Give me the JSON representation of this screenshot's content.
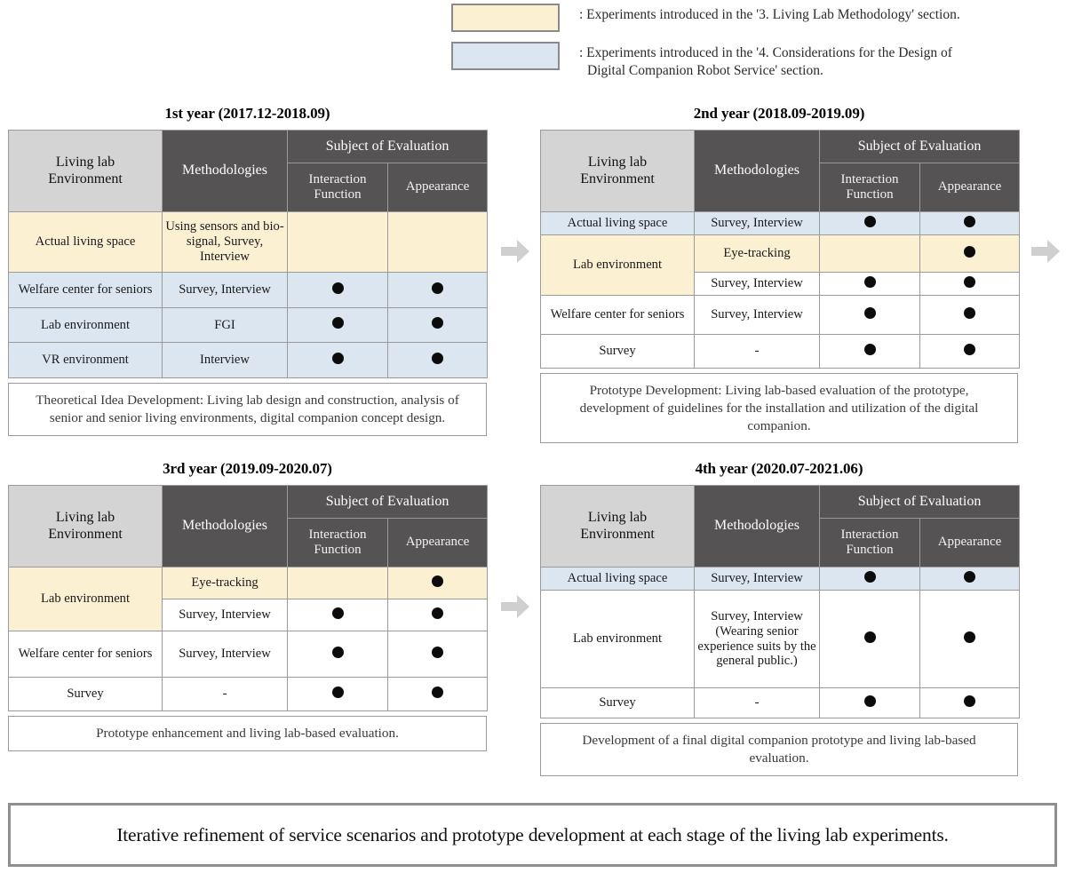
{
  "legend": {
    "items": [
      {
        "swatch": "yellow",
        "text": ": Experiments introduced in the '3. Living Lab Methodology' section.",
        "text2": ""
      },
      {
        "swatch": "blue",
        "text": ": Experiments introduced in the '4. Considerations for the Design of",
        "text2": "Digital Companion Robot Service' section."
      }
    ]
  },
  "columns": {
    "environment": "Living lab Environment",
    "methodologies": "Methodologies",
    "subject_of_evaluation": "Subject of Evaluation",
    "interaction_function": "Interaction Function",
    "appearance": "Appearance"
  },
  "panels": [
    {
      "id": "year1",
      "title": "1st year (2017.12-2018.09)",
      "rows": [
        {
          "env": "Actual living space",
          "env_bg": "y",
          "method": "Using sensors and bio-signal, Survey, Interview",
          "method_bg": "y",
          "interaction": false,
          "appearance": false,
          "cell_bg": "y"
        },
        {
          "env": "Welfare center for seniors",
          "env_bg": "b",
          "method": "Survey, Interview",
          "method_bg": "b",
          "interaction": true,
          "appearance": true,
          "cell_bg": "b"
        },
        {
          "env": "Lab environment",
          "env_bg": "b",
          "method": "FGI",
          "method_bg": "b",
          "interaction": true,
          "appearance": true,
          "cell_bg": "b"
        },
        {
          "env": "VR environment",
          "env_bg": "b",
          "method": "Interview",
          "method_bg": "b",
          "interaction": true,
          "appearance": true,
          "cell_bg": "b"
        }
      ],
      "description": "Theoretical Idea Development: Living lab design and construction, analysis of senior and senior living environments, digital companion concept design."
    },
    {
      "id": "year2",
      "title": "2nd year (2018.09-2019.09)",
      "rows": [
        {
          "env": "Actual living space",
          "env_bg": "b",
          "method": "Survey, Interview",
          "method_bg": "b",
          "interaction": true,
          "appearance": true,
          "cell_bg": "b"
        },
        {
          "env": "Lab environment",
          "env_bg": "y",
          "env_rowspan": 2,
          "sub": [
            {
              "method": "Eye-tracking",
              "method_bg": "y",
              "interaction": false,
              "appearance": true,
              "cell_bg": "y"
            },
            {
              "method": "Survey, Interview",
              "method_bg": "w",
              "interaction": true,
              "appearance": true,
              "cell_bg": "w"
            }
          ]
        },
        {
          "env": "Welfare center for seniors",
          "env_bg": "w",
          "method": "Survey, Interview",
          "method_bg": "w",
          "interaction": true,
          "appearance": true,
          "cell_bg": "w"
        },
        {
          "env": "Survey",
          "env_bg": "w",
          "method": "-",
          "method_bg": "w",
          "interaction": true,
          "appearance": true,
          "cell_bg": "w"
        }
      ],
      "description": "Prototype Development: Living lab-based evaluation of the prototype, development of guidelines for the installation and utilization of the digital companion."
    },
    {
      "id": "year3",
      "title": "3rd year (2019.09-2020.07)",
      "rows": [
        {
          "env": "Lab environment",
          "env_bg": "y",
          "env_rowspan": 2,
          "sub": [
            {
              "method": "Eye-tracking",
              "method_bg": "y",
              "interaction": false,
              "appearance": true,
              "cell_bg": "y"
            },
            {
              "method": "Survey, Interview",
              "method_bg": "w",
              "interaction": true,
              "appearance": true,
              "cell_bg": "w"
            }
          ]
        },
        {
          "env": "Welfare center for seniors",
          "env_bg": "w",
          "method": "Survey, Interview",
          "method_bg": "w",
          "interaction": true,
          "appearance": true,
          "cell_bg": "w"
        },
        {
          "env": "Survey",
          "env_bg": "w",
          "method": "-",
          "method_bg": "w",
          "interaction": true,
          "appearance": true,
          "cell_bg": "w"
        }
      ],
      "description": "Prototype enhancement and living lab-based evaluation."
    },
    {
      "id": "year4",
      "title": "4th year (2020.07-2021.06)",
      "rows": [
        {
          "env": "Actual living space",
          "env_bg": "b",
          "method": "Survey, Interview",
          "method_bg": "b",
          "interaction": true,
          "appearance": true,
          "cell_bg": "b"
        },
        {
          "env": "Lab environment",
          "env_bg": "w",
          "method": "Survey, Interview (Wearing senior experience suits by the general public.)",
          "method_bg": "w",
          "interaction": true,
          "appearance": true,
          "cell_bg": "w"
        },
        {
          "env": "Survey",
          "env_bg": "w",
          "method": "-",
          "method_bg": "w",
          "interaction": true,
          "appearance": true,
          "cell_bg": "w"
        }
      ],
      "description": "Development of a final digital companion prototype and living lab-based evaluation."
    }
  ],
  "banner": {
    "text": "Iterative refinement of service scenarios and prototype development at each stage of the living lab experiments."
  },
  "colors": {
    "yellow": "#fcf0d2",
    "blue": "#dce6f1",
    "header_env": "#d4d4d4",
    "header_dark": "#555353",
    "border": "#9a9a9a",
    "arrow": "#cfcfcf"
  },
  "icons": {
    "arrow_right": "arrow-right-icon",
    "filled_dot": "filled-dot-icon"
  }
}
